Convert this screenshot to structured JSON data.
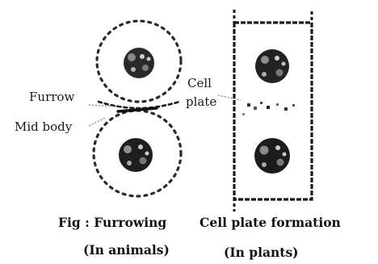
{
  "labels": {
    "furrow": "Furrow",
    "mid_body": "Mid body",
    "cell_plate_line1": "Cell",
    "cell_plate_line2": "plate"
  },
  "captions": {
    "left_line1": "Fig : Furrowing",
    "left_line2": "(In animals)",
    "right_line1": "Cell plate formation",
    "right_line2": "(In plants)"
  },
  "colors": {
    "ink": "#111111",
    "dots": "#2a2a2a",
    "nucleus_dark": "#1c1c1c",
    "nucleus_light": "#9a9a9a"
  }
}
